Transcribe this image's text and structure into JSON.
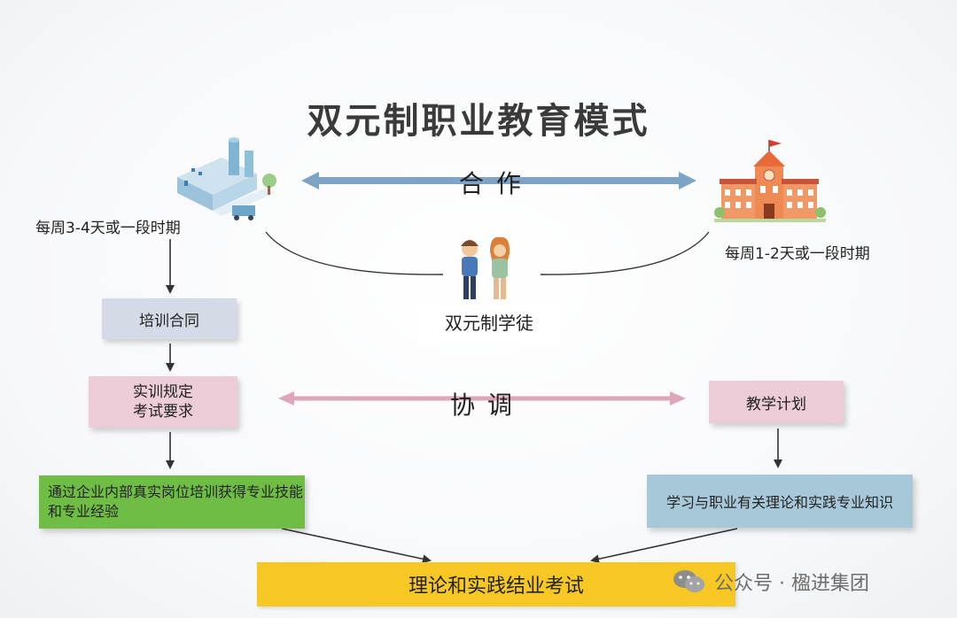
{
  "title": "双元制职业教育模式",
  "labels": {
    "cooperation": "合作",
    "coordination": "协调",
    "left_schedule": "每周3-4天或一段时期",
    "right_schedule": "每周1-2天或一段时期",
    "apprentice": "双元制学徒"
  },
  "left_flow": {
    "contract": "培训合同",
    "rules_line1": "实训规定",
    "rules_line2": "考试要求",
    "outcome": "通过企业内部真实岗位培训获得专业技能和专业经验"
  },
  "right_flow": {
    "plan": "教学计划",
    "outcome": "学习与职业有关理论和实践专业知识"
  },
  "final_exam": "理论和实践结业考试",
  "watermark": "公众号 · 楹进集团",
  "colors": {
    "cooperation_arrow": "#7fa3c4",
    "coordination_arrow": "#dea6b9",
    "contract_box": "#d4dbe6",
    "rules_box": "#ecccd6",
    "outcome_green": "#6fbd45",
    "outcome_blue": "#a7c8d9",
    "exam_box": "#f7c824"
  },
  "icons": [
    "factory-illustration",
    "school-building-illustration",
    "apprentice-students-illustration",
    "wechat-logo-icon"
  ]
}
